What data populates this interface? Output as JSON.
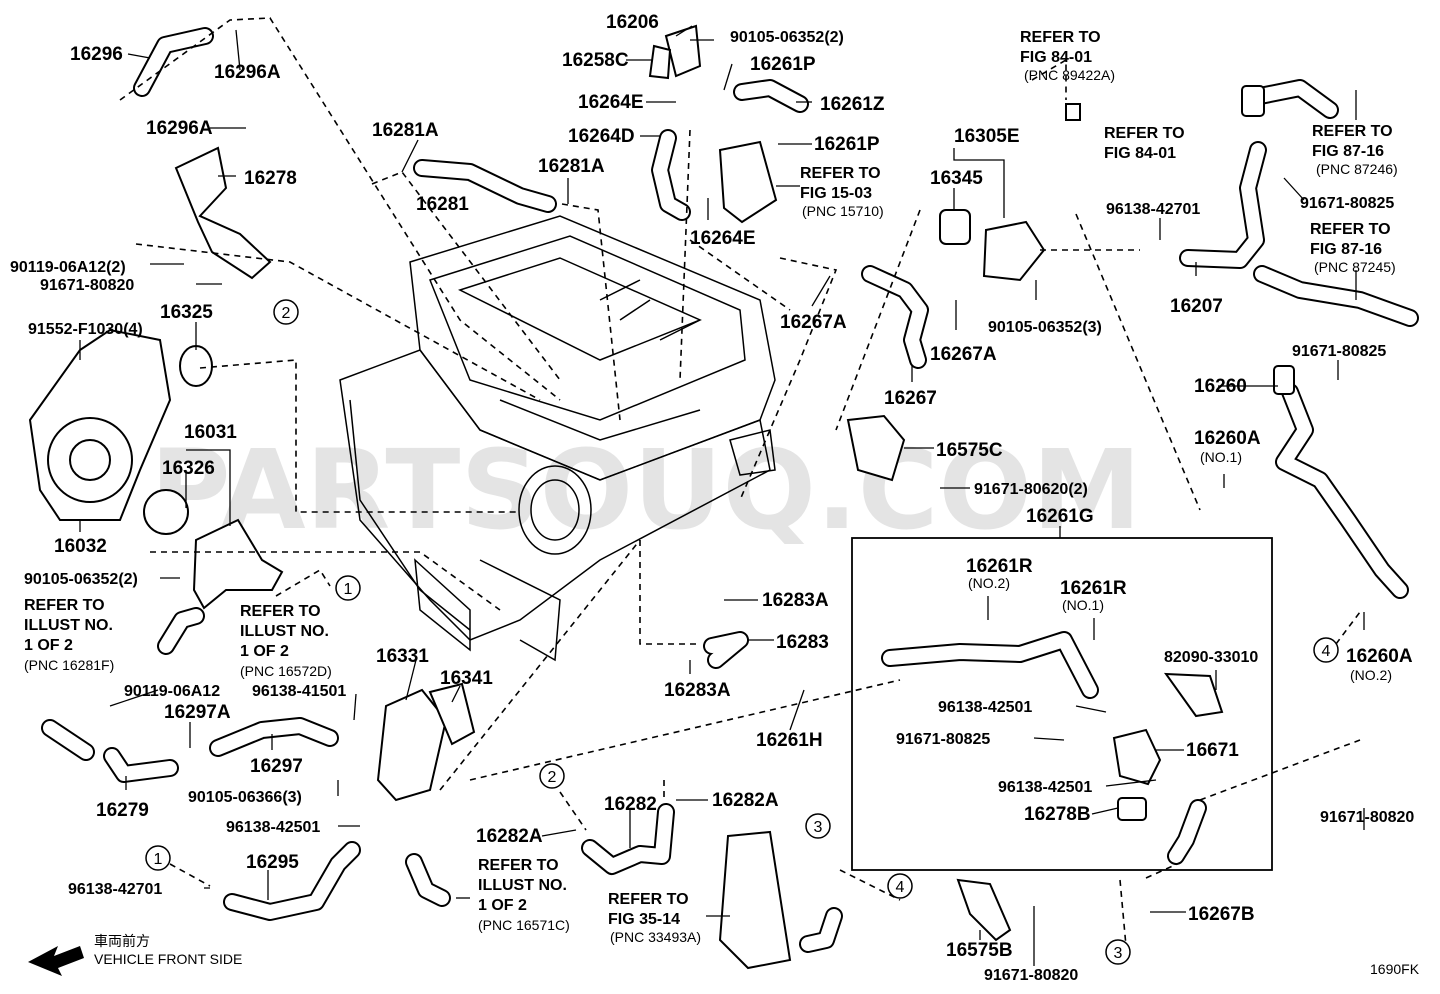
{
  "watermark": "PARTSOUQ.COM",
  "diagram_code": "1690FK",
  "front_side": {
    "jp": "車両前方",
    "en": "VEHICLE FRONT SIDE"
  },
  "box_title": "16261G",
  "labels": {
    "p16296": "16296",
    "p16296A_1": "16296A",
    "p16296A_2": "16296A",
    "p16278": "16278",
    "p90119_06A12_2": "90119-06A12(2)",
    "p91671_80820_a": "91671-80820",
    "p91552_F1030_4": "91552-F1030(4)",
    "p16325": "16325",
    "p16031": "16031",
    "p16326": "16326",
    "p16032": "16032",
    "p90105_06352_2b": "90105-06352(2)",
    "p90119_06A12": "90119-06A12",
    "p16297A": "16297A",
    "p96138_41501": "96138-41501",
    "p16331": "16331",
    "p16341": "16341",
    "p16297": "16297",
    "p90105_06366_3": "90105-06366(3)",
    "p96138_42501_a": "96138-42501",
    "p16279": "16279",
    "p16295": "16295",
    "p96138_42701_a": "96138-42701",
    "p16281A_1": "16281A",
    "p16281": "16281",
    "p16281A_2": "16281A",
    "p16206": "16206",
    "p90105_06352_2": "90105-06352(2)",
    "p16258C": "16258C",
    "p16261P_1": "16261P",
    "p16264E_1": "16264E",
    "p16261Z": "16261Z",
    "p16264D": "16264D",
    "p16261P_2": "16261P",
    "p16264E_2": "16264E",
    "p16305E": "16305E",
    "p16345": "16345",
    "p96138_42701_b": "96138-42701",
    "p16207": "16207",
    "p91671_80825_a": "91671-80825",
    "p16267A_1": "16267A",
    "p16267A_2": "16267A",
    "p90105_06352_3": "90105-06352(3)",
    "p16267": "16267",
    "p16575C": "16575C",
    "p91671_80620_2": "91671-80620(2)",
    "p91671_80825_b": "91671-80825",
    "p16260": "16260",
    "p16260A_1": "16260A",
    "p16260A_1_sub": "(NO.1)",
    "p16283A_1": "16283A",
    "p16283": "16283",
    "p16283A_2": "16283A",
    "p16261H": "16261H",
    "p16261R_1": "16261R",
    "p16261R_1_sub": "(NO.2)",
    "p16261R_2": "16261R",
    "p16261R_2_sub": "(NO.1)",
    "p82090_33010": "82090-33010",
    "p96138_42501_b": "96138-42501",
    "p91671_80825_c": "91671-80825",
    "p16671": "16671",
    "p96138_42501_c": "96138-42501",
    "p16278B": "16278B",
    "p16260A_2": "16260A",
    "p16260A_2_sub": "(NO.2)",
    "p91671_80820_b": "91671-80820",
    "p16282": "16282",
    "p16282A_1": "16282A",
    "p16282A_2": "16282A",
    "p16267B": "16267B",
    "p16575B": "16575B",
    "p91671_80820_c": "91671-80820"
  },
  "refs": {
    "r1": [
      "REFER TO",
      "FIG 84-01",
      "(PNC 89422A)"
    ],
    "r2": [
      "REFER TO",
      "FIG 84-01"
    ],
    "r3": [
      "REFER TO",
      "FIG 87-16",
      "(PNC 87246)"
    ],
    "r4": [
      "REFER TO",
      "FIG 87-16",
      "(PNC 87245)"
    ],
    "r5": [
      "REFER TO",
      "FIG 15-03",
      "(PNC 15710)"
    ],
    "r6": [
      "REFER TO",
      "ILLUST NO.",
      "1 OF 2",
      "(PNC 16281F)"
    ],
    "r7": [
      "REFER TO",
      "ILLUST NO.",
      "1 OF 2",
      "(PNC 16572D)"
    ],
    "r8": [
      "REFER TO",
      "ILLUST NO.",
      "1 OF 2",
      "(PNC 16571C)"
    ],
    "r9": [
      "REFER TO",
      "FIG 35-14",
      "(PNC 33493A)"
    ]
  },
  "circle_marks": {
    "c2_top": "2",
    "c1_mid": "1",
    "c2_bot": "2",
    "c1_bot": "1",
    "c3_oil": "3",
    "c4_oil": "4",
    "c4_right": "4",
    "c3_bot": "3"
  }
}
